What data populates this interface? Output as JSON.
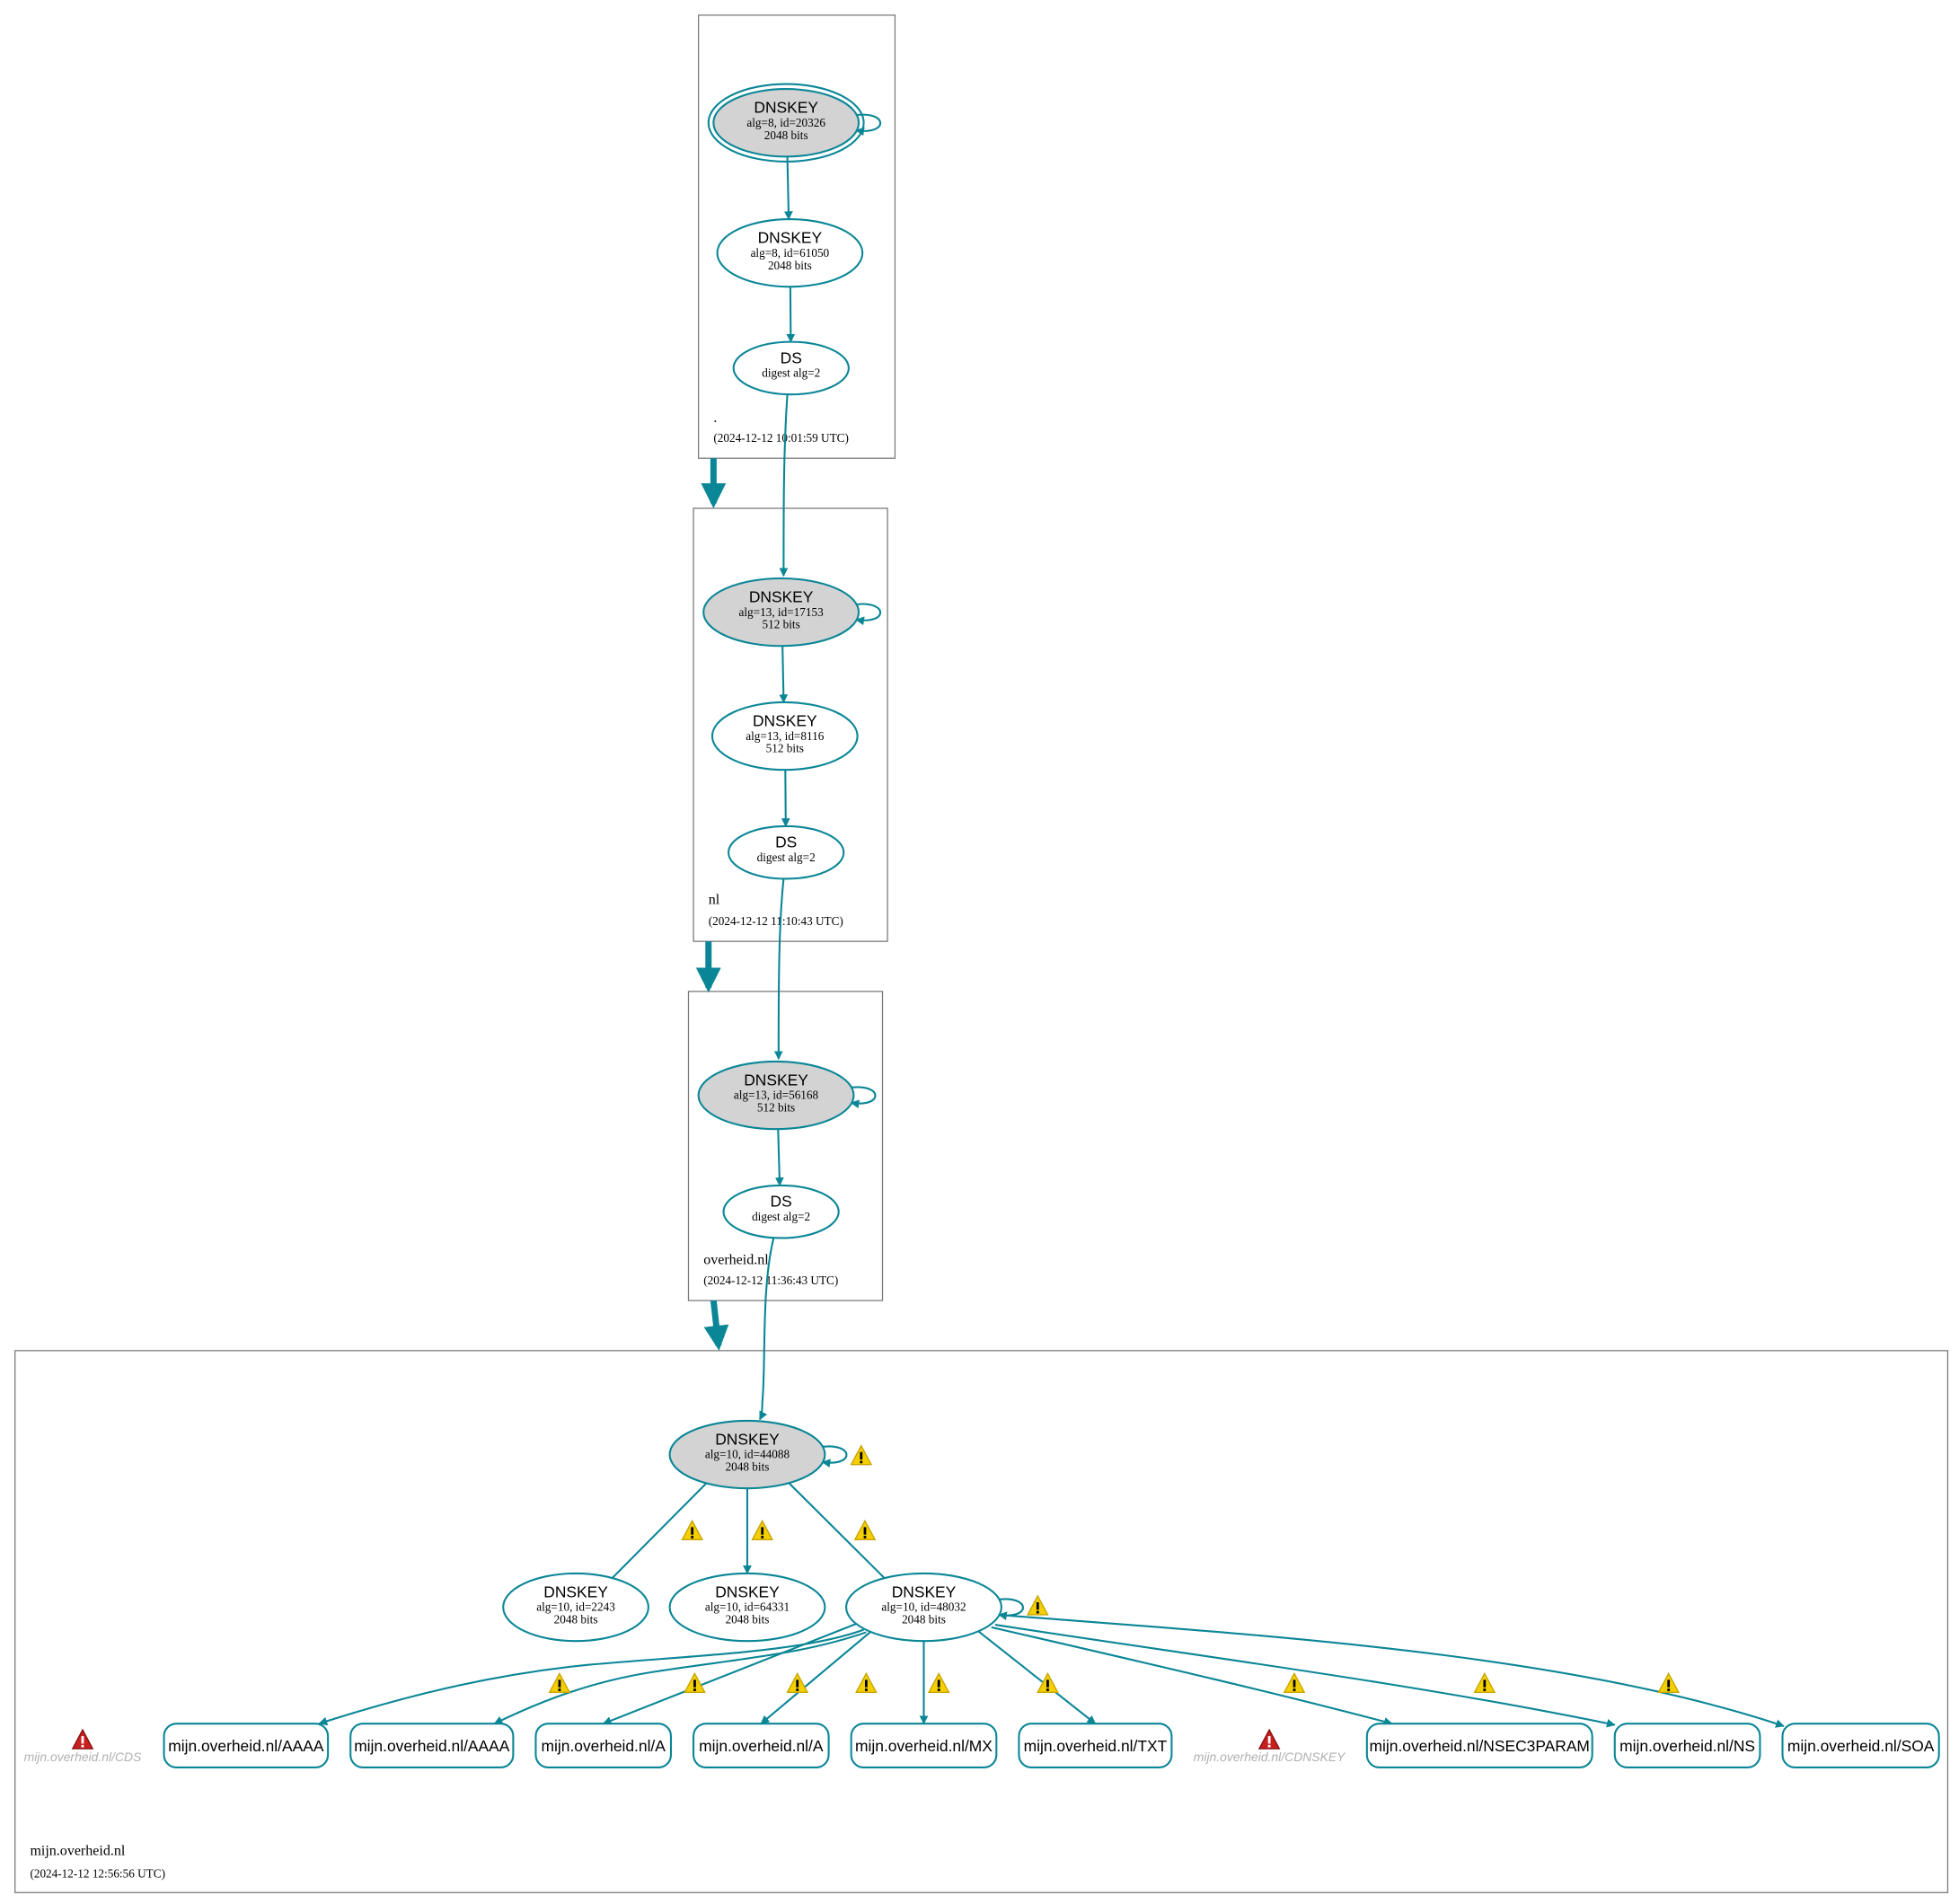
{
  "colors": {
    "edge": "#0a8696",
    "ksk_fill": "#d3d3d3",
    "warning": "#f5d000",
    "error": "#c8201e"
  },
  "zones": [
    {
      "id": "root",
      "name": ".",
      "timestamp": "(2024-12-12 10:01:59 UTC)"
    },
    {
      "id": "nl",
      "name": "nl",
      "timestamp": "(2024-12-12 11:10:43 UTC)"
    },
    {
      "id": "overheid",
      "name": "overheid.nl",
      "timestamp": "(2024-12-12 11:36:43 UTC)"
    },
    {
      "id": "mijn",
      "name": "mijn.overheid.nl",
      "timestamp": "(2024-12-12 12:56:56 UTC)"
    }
  ],
  "nodes": [
    {
      "id": "r1",
      "type": "DNSKEY",
      "detail": "alg=8, id=20326",
      "bits": "2048 bits",
      "ksk": true,
      "trust_anchor": true
    },
    {
      "id": "r2",
      "type": "DNSKEY",
      "detail": "alg=8, id=61050",
      "bits": "2048 bits"
    },
    {
      "id": "r3",
      "type": "DS",
      "detail": "digest alg=2"
    },
    {
      "id": "n1",
      "type": "DNSKEY",
      "detail": "alg=13, id=17153",
      "bits": "512 bits",
      "ksk": true
    },
    {
      "id": "n2",
      "type": "DNSKEY",
      "detail": "alg=13, id=8116",
      "bits": "512 bits"
    },
    {
      "id": "n3",
      "type": "DS",
      "detail": "digest alg=2"
    },
    {
      "id": "o1",
      "type": "DNSKEY",
      "detail": "alg=13, id=56168",
      "bits": "512 bits",
      "ksk": true
    },
    {
      "id": "o2",
      "type": "DS",
      "detail": "digest alg=2"
    },
    {
      "id": "m1",
      "type": "DNSKEY",
      "detail": "alg=10, id=44088",
      "bits": "2048 bits",
      "ksk": true
    },
    {
      "id": "m2",
      "type": "DNSKEY",
      "detail": "alg=10, id=2243",
      "bits": "2048 bits"
    },
    {
      "id": "m3",
      "type": "DNSKEY",
      "detail": "alg=10, id=64331",
      "bits": "2048 bits"
    },
    {
      "id": "m4",
      "type": "DNSKEY",
      "detail": "alg=10, id=48032",
      "bits": "2048 bits"
    }
  ],
  "records": [
    {
      "id": "aaaa1",
      "label": "mijn.overheid.nl/AAAA"
    },
    {
      "id": "aaaa2",
      "label": "mijn.overheid.nl/AAAA"
    },
    {
      "id": "a1",
      "label": "mijn.overheid.nl/A"
    },
    {
      "id": "a2",
      "label": "mijn.overheid.nl/A"
    },
    {
      "id": "mx",
      "label": "mijn.overheid.nl/MX"
    },
    {
      "id": "txt",
      "label": "mijn.overheid.nl/TXT"
    },
    {
      "id": "nsec3param",
      "label": "mijn.overheid.nl/NSEC3PARAM"
    },
    {
      "id": "ns",
      "label": "mijn.overheid.nl/NS"
    },
    {
      "id": "soa",
      "label": "mijn.overheid.nl/SOA"
    }
  ],
  "errors": [
    {
      "id": "cds",
      "label": "mijn.overheid.nl/CDS"
    },
    {
      "id": "cdnskey",
      "label": "mijn.overheid.nl/CDNSKEY"
    }
  ],
  "edges": [
    {
      "from": "r1",
      "to": "r1"
    },
    {
      "from": "r1",
      "to": "r2"
    },
    {
      "from": "r2",
      "to": "r3"
    },
    {
      "from": "r3",
      "to": "n1"
    },
    {
      "from": "n1",
      "to": "n1"
    },
    {
      "from": "n1",
      "to": "n2"
    },
    {
      "from": "n2",
      "to": "n3"
    },
    {
      "from": "n3",
      "to": "o1"
    },
    {
      "from": "o1",
      "to": "o1"
    },
    {
      "from": "o1",
      "to": "o2"
    },
    {
      "from": "o2",
      "to": "m1"
    },
    {
      "from": "m1",
      "to": "m1",
      "warning": true
    },
    {
      "from": "m1",
      "to": "m2",
      "warning": true
    },
    {
      "from": "m1",
      "to": "m3",
      "warning": true
    },
    {
      "from": "m1",
      "to": "m4",
      "warning": true
    },
    {
      "from": "m4",
      "to": "m4",
      "warning": true
    },
    {
      "from": "m4",
      "to": "aaaa1",
      "warning": true
    },
    {
      "from": "m4",
      "to": "aaaa2",
      "warning": true
    },
    {
      "from": "m4",
      "to": "a1",
      "warning": true
    },
    {
      "from": "m4",
      "to": "a2",
      "warning": true
    },
    {
      "from": "m4",
      "to": "mx",
      "warning": true
    },
    {
      "from": "m4",
      "to": "txt",
      "warning": true
    },
    {
      "from": "m4",
      "to": "nsec3param",
      "warning": true
    },
    {
      "from": "m4",
      "to": "ns",
      "warning": true
    },
    {
      "from": "m4",
      "to": "soa",
      "warning": true
    }
  ]
}
